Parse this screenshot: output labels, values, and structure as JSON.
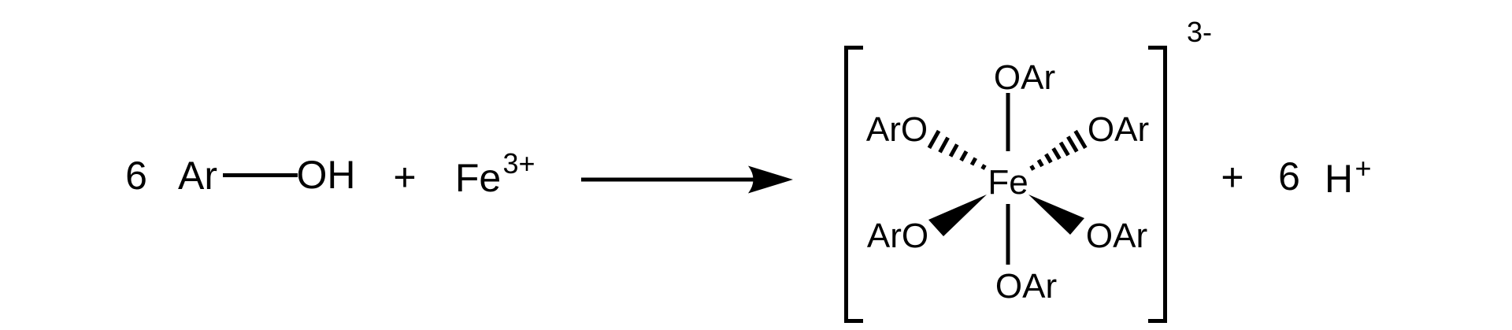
{
  "colors": {
    "ink": "#000000",
    "background": "#ffffff"
  },
  "equation": {
    "reactants": {
      "phenol_coefficient": "6",
      "aryl": "Ar",
      "hydroxyl": "OH",
      "plus": "+",
      "iron": "Fe",
      "iron_charge": "3+"
    },
    "complex": {
      "charge": "3-",
      "center": "Fe",
      "ligand_top": "OAr",
      "ligand_upper_left": "ArO",
      "ligand_upper_right": "OAr",
      "ligand_lower_left": "ArO",
      "ligand_lower_right": "OAr",
      "ligand_bottom": "OAr"
    },
    "products": {
      "plus": "+",
      "proton_coefficient": "6",
      "proton": "H",
      "proton_charge": "+"
    }
  }
}
